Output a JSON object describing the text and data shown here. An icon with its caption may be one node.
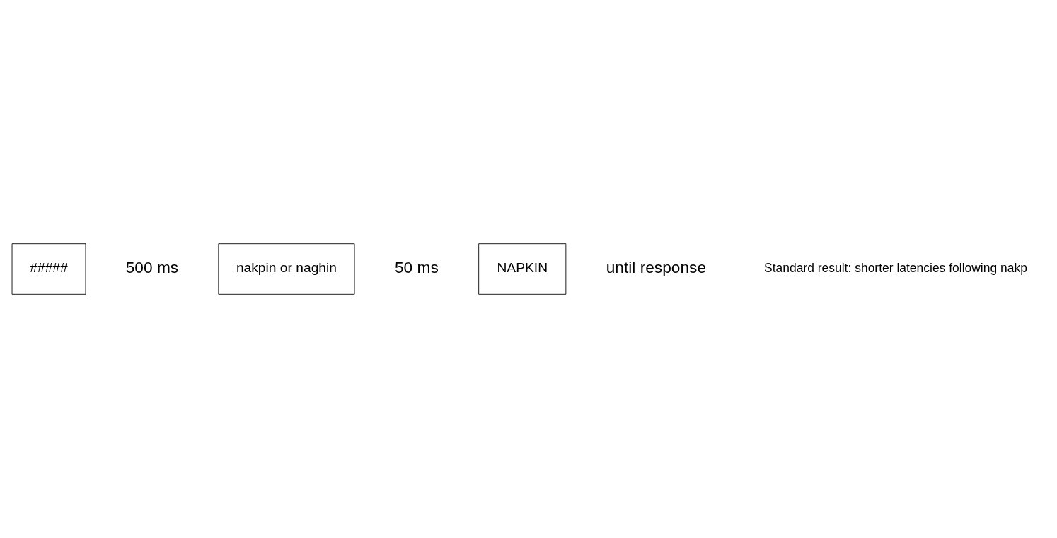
{
  "diagram": {
    "nodes": [
      {
        "text": [
          "#####"
        ],
        "beside": [
          "500 ms"
        ]
      },
      {
        "text": [
          "nakpin or naghin"
        ],
        "beside": [
          "50 ms"
        ]
      },
      {
        "text": [
          "NAPKIN"
        ],
        "beside": [
          "until response"
        ]
      }
    ],
    "labels": [
      "Standard result: shorter latencies following nakp"
    ]
  }
}
